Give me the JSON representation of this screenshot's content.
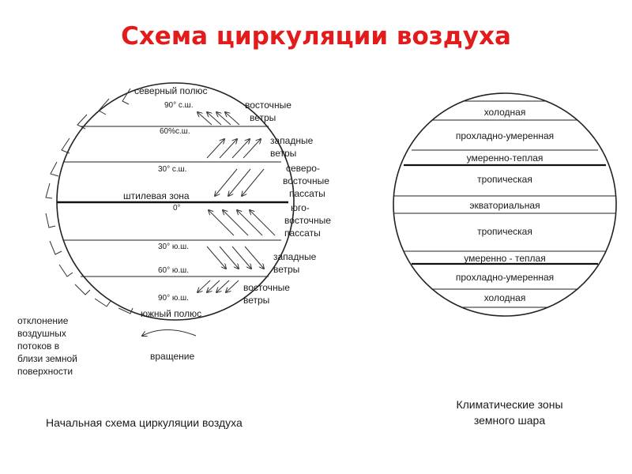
{
  "title": "Схема циркуляции воздуха",
  "left": {
    "top_labels": [
      "северный полюс",
      "90° с.ш."
    ],
    "lat_labels": [
      "60%с.ш.",
      "30° с.ш.",
      "штилевая зона",
      "0°",
      "30° ю.ш.",
      "60° ю.ш.",
      "90° ю.ш."
    ],
    "bottom_label": "южный полюс",
    "wind_labels": [
      [
        "восточные",
        "ветры"
      ],
      [
        "западные",
        "ветры"
      ],
      [
        "северо-",
        "восточные",
        "пассаты"
      ],
      [
        "юго-",
        "восточные",
        "пассаты"
      ],
      [
        "западные",
        "ветры"
      ],
      [
        "восточные",
        "ветры"
      ]
    ],
    "deflection_label": [
      "отклонение",
      "воздушных",
      "потоков в",
      "близи земной",
      "поверхности"
    ],
    "rotation_label": "вращение",
    "caption": "Начальная схема циркуляции воздуха"
  },
  "right": {
    "zones": [
      "холодная",
      "прохладно-умеренная",
      "умеренно-теплая",
      "тропическая",
      "экваториальная",
      "тропическая",
      "умеренно - теплая",
      "прохладно-умеренная",
      "холодная"
    ],
    "caption": [
      "Климатические зоны",
      "земного шара"
    ]
  }
}
